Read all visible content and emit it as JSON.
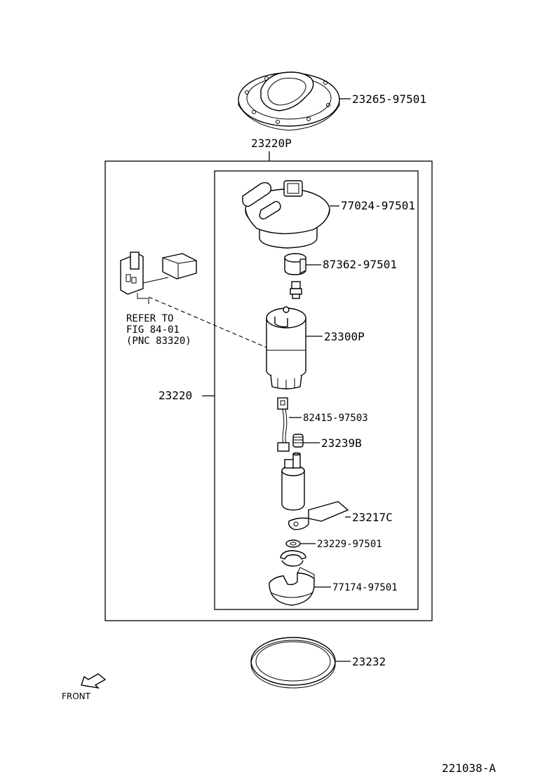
{
  "labels": {
    "gasket_top": "23265-97501",
    "assy_outer": "23220P",
    "cover": "77024-97501",
    "filter_small": "87362-97501",
    "filter_main": "23300P",
    "assy_inner": "23220",
    "harness": "82415-97503",
    "spring": "23239B",
    "strainer": "23217C",
    "washer": "23229-97501",
    "bracket": "77174-97501",
    "gasket_bottom": "23232",
    "refer_line1": "REFER TO",
    "refer_line2": "FIG 84-01",
    "refer_line3": "(PNC 83320)",
    "front": "FRONT",
    "figure_id": "221038-A"
  }
}
